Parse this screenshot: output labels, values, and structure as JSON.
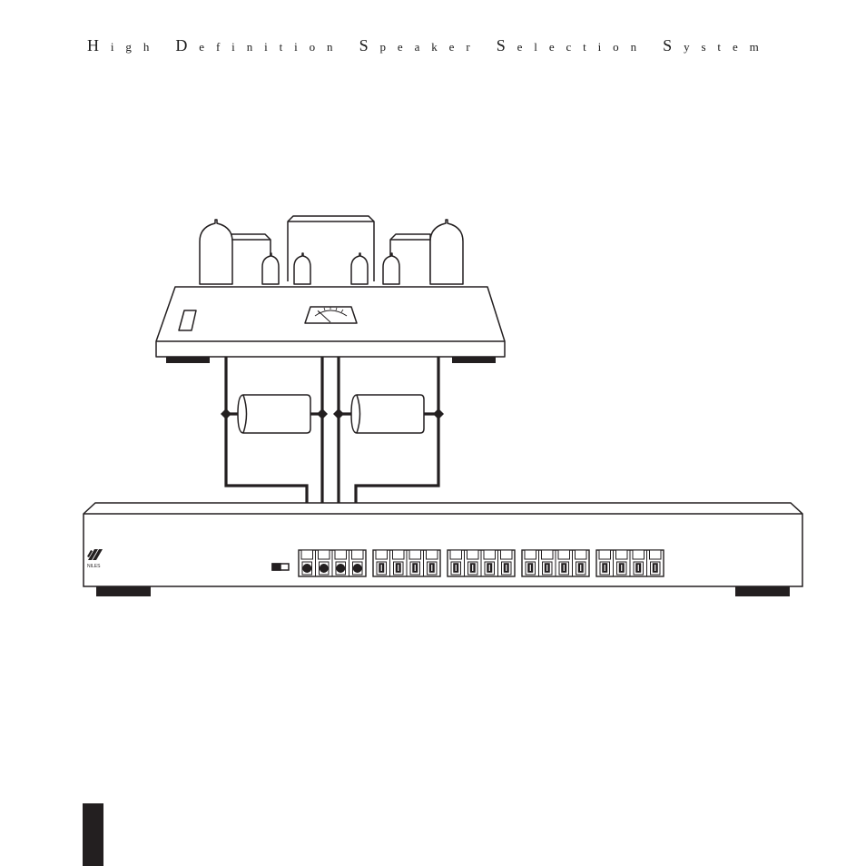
{
  "header": {
    "title_words": [
      {
        "cap": "H",
        "rest": "igh"
      },
      {
        "cap": "D",
        "rest": "efinition"
      },
      {
        "cap": "S",
        "rest": "peaker"
      },
      {
        "cap": "S",
        "rest": "election"
      },
      {
        "cap": "S",
        "rest": "ystem"
      }
    ]
  },
  "diagram": {
    "logo_text": "NILES",
    "line_color": "#231f20",
    "fill_color": "#ffffff",
    "terminal_groups": 5,
    "terminals_per_group": 4,
    "connected_group": 1
  }
}
